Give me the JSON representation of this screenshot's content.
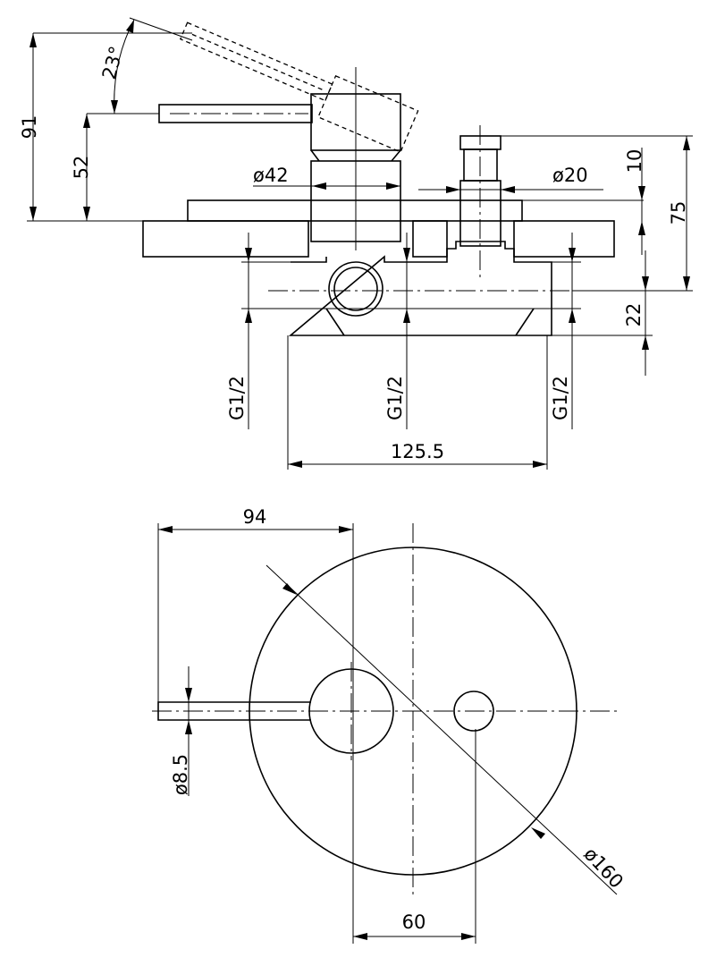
{
  "side_view": {
    "angle_label": "23°",
    "height_total": "91",
    "handle_height": "52",
    "body_diameter": "ø42",
    "stem_diameter": "ø20",
    "stem_projection": "10",
    "stem_height": "75",
    "pipe_offset": "22",
    "thread_left": "G1/2",
    "thread_middle": "G1/2",
    "thread_right": "G1/2",
    "body_width": "125.5"
  },
  "front_view": {
    "lever_reach": "94",
    "lever_diameter": "ø8.5",
    "plate_diameter": "ø160",
    "axis_spacing": "60"
  }
}
